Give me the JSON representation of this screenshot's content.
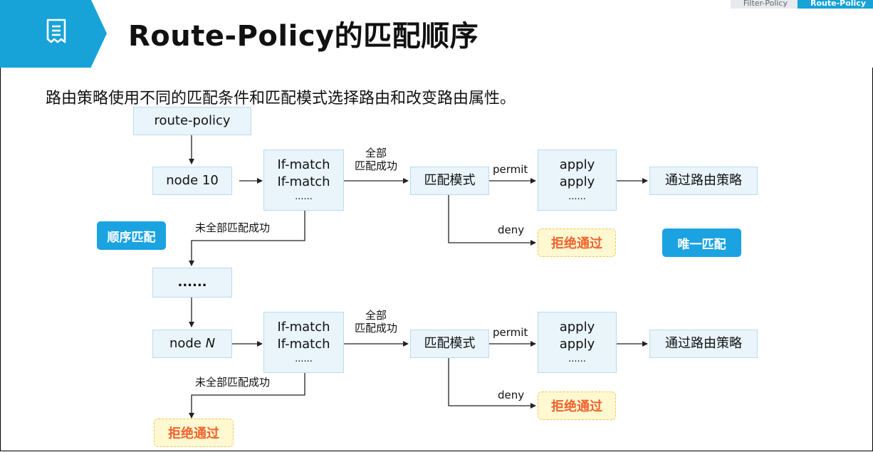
{
  "header": {
    "title": "Route-Policy的匹配顺序",
    "breadcrumbs": [
      "Filter-Policy",
      "Route-Policy"
    ],
    "icon": "document-list-icon"
  },
  "subtitle": "路由策略使用不同的匹配条件和匹配模式选择路由和改变路由属性。",
  "diagram": {
    "route_policy": "route-policy",
    "node_first": "node 10",
    "node_ellipsis": "......",
    "node_last_prefix": "node ",
    "node_last_var": "N",
    "if_match": [
      "If-match",
      "If-match",
      "......"
    ],
    "apply": [
      "apply",
      "apply",
      "......"
    ],
    "match_mode": "匹配模式",
    "all_match_label": [
      "全部",
      "匹配成功"
    ],
    "not_all_match_label": "未全部匹配成功",
    "permit": "permit",
    "deny": "deny",
    "pass_policy": "通过路由策略",
    "reject": "拒绝通过",
    "badge_sequential": "顺序匹配",
    "badge_unique": "唯一匹配"
  },
  "colors": {
    "accent": "#17a3d8",
    "box_fill": "#e9f4fb",
    "box_border": "#b9dcf1",
    "reject_fill": "#fff8d0",
    "reject_text": "#f0632d",
    "badge_fill": "#1aa3e0"
  }
}
